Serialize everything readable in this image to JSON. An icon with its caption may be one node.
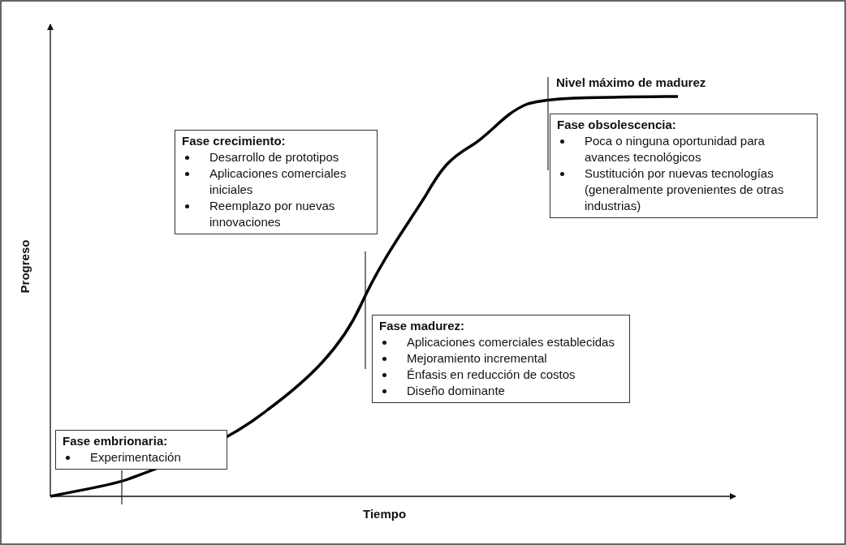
{
  "diagram": {
    "nodes": [
      {
        "text": [
          "Fase crecimiento:",
          "Desarrollo de prototipos",
          "Aplicaciones comerciales iniciales",
          "Reemplazo por nuevas innovaciones"
        ]
      },
      {
        "text": [
          "Fase obsolescencia:",
          "Poca o ninguna oportunidad para avances tecnológicos",
          "Sustitución por  nuevas tecnologías (generalmente provenientes de otras industrias)"
        ]
      },
      {
        "text": [
          "Fase madurez:",
          "Aplicaciones comerciales establecidas",
          "Mejoramiento incremental",
          "Énfasis en reducción de costos",
          "Diseño dominante"
        ]
      },
      {
        "text": [
          "Fase embrionaria:",
          "Experimentación"
        ]
      }
    ],
    "edges": [],
    "labels": [
      "Nivel máximo de madurez",
      "Progreso",
      "Tiempo"
    ]
  }
}
